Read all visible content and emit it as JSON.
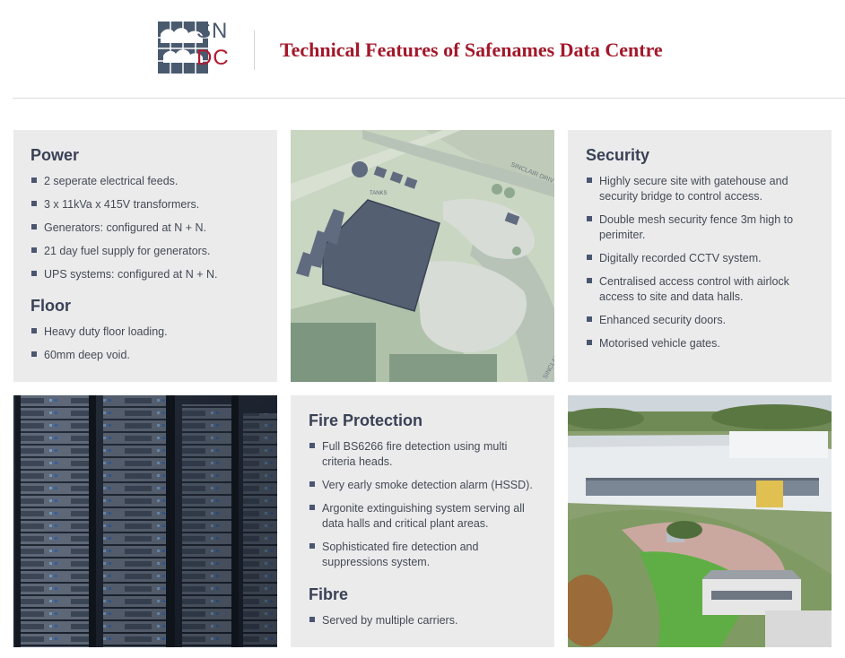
{
  "header": {
    "logo_line1": "SN",
    "logo_line2": "DC",
    "title": "Technical Features of Safenames Data Centre"
  },
  "colors": {
    "brand_red": "#a3182a",
    "brand_navy": "#394155",
    "card_bg": "#ebebec",
    "bullet": "#4a5670"
  },
  "power": {
    "heading": "Power",
    "items": [
      "2 seperate electrical feeds.",
      "3 x 11kVa x 415V transformers.",
      "Generators: configured at N + N.",
      "21 day fuel supply for generators.",
      "UPS systems: configured at N + N."
    ]
  },
  "floor": {
    "heading": "Floor",
    "items": [
      "Heavy duty floor loading.",
      "60mm deep void."
    ]
  },
  "security": {
    "heading": "Security",
    "items": [
      "Highly secure site with gatehouse and security bridge to control access.",
      "Double mesh security fence 3m high to perimiter.",
      "Digitally recorded CCTV system.",
      "Centralised access control with airlock access to site and data halls.",
      "Enhanced security doors.",
      "Motorised vehicle gates."
    ]
  },
  "fire": {
    "heading": "Fire Protection",
    "items": [
      "Full BS6266 fire detection using multi criteria heads.",
      "Very early smoke detection alarm (HSSD).",
      "Argonite extinguishing system serving all data halls and critical plant areas.",
      "Sophisticated fire detection and suppressions system."
    ]
  },
  "fibre": {
    "heading": "Fibre",
    "items": [
      "Served by multiple carriers."
    ]
  },
  "map": {
    "road_label_1": "SINCLAIR DRIV",
    "road_label_2": "SINCLAIR DRIVE",
    "tanks_label": "TANKS"
  }
}
